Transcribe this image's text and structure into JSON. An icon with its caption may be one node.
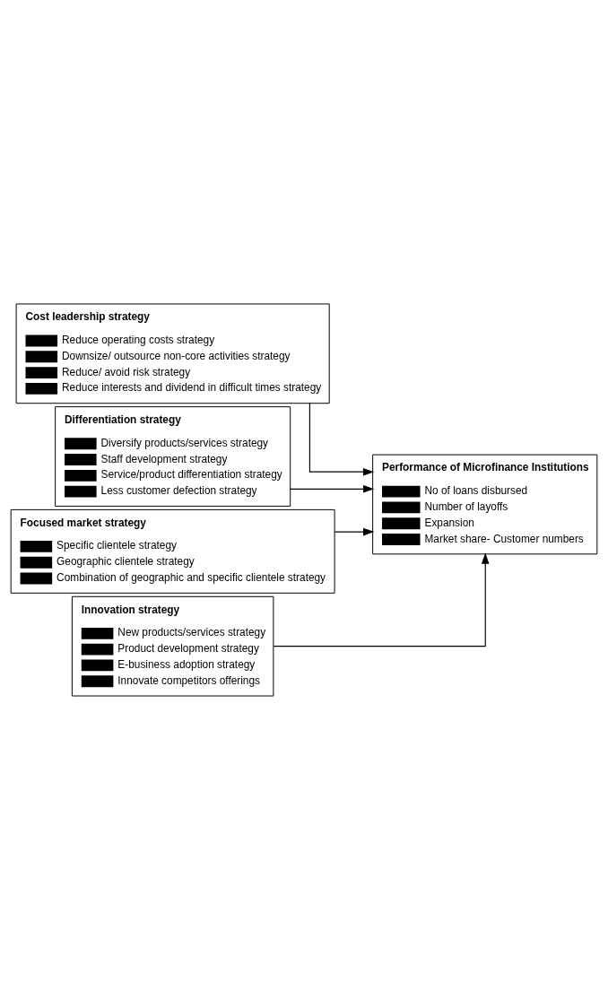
{
  "diagram": {
    "nodes": [
      {
        "text": [
          "Cost leadership strategy",
          "Reduce operating costs strategy",
          "Downsize/ outsource non-core activities strategy",
          "Reduce/ avoid risk strategy",
          "Reduce interests and dividend in difficult times strategy"
        ]
      },
      {
        "text": [
          "Differentiation strategy",
          "Diversify products/services strategy",
          "Staff development strategy",
          "Service/product differentiation strategy",
          "Less customer defection strategy"
        ]
      },
      {
        "text": [
          "Focused market strategy",
          "Specific clientele strategy",
          "Geographic clientele strategy",
          "Combination of geographic and specific clientele strategy"
        ]
      },
      {
        "text": [
          "Innovation strategy",
          "New products/services strategy",
          "Product development strategy",
          "E-business adoption strategy",
          "Innovate competitors offerings"
        ]
      },
      {
        "text": [
          "Performance of Microfinance Institutions",
          "No of loans disbursed",
          "Number of layoffs",
          "Expansion",
          "Market share- Customer numbers"
        ]
      }
    ],
    "edges": [
      {
        "from": 0,
        "to": 4,
        "arrow": "to"
      },
      {
        "from": 1,
        "to": 4,
        "arrow": "to"
      },
      {
        "from": 2,
        "to": 4,
        "arrow": "to"
      },
      {
        "from": 3,
        "to": 4,
        "arrow": "to"
      }
    ]
  }
}
